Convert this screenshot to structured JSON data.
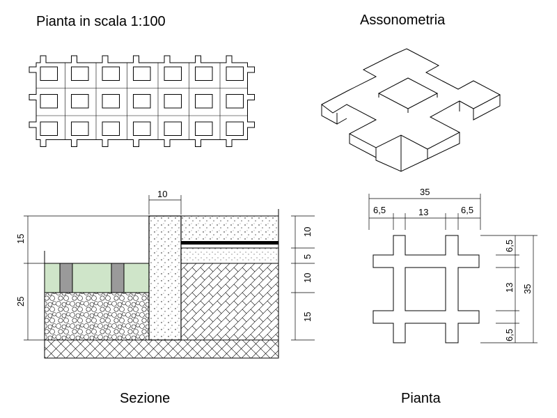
{
  "titles": {
    "plan_scale": "Pianta in scala 1:100",
    "axonometry": "Assonometria",
    "section": "Sezione",
    "detail_plan": "Pianta"
  },
  "section_dims": {
    "top_width": "10",
    "left_upper": "15",
    "left_lower": "25",
    "right_1": "10",
    "right_2": "5",
    "right_3": "10",
    "right_4": "15"
  },
  "detail_dims": {
    "overall_width": "35",
    "left_arm": "6,5",
    "center": "13",
    "right_arm": "6,5",
    "right_top": "6,5",
    "right_center": "13",
    "right_bottom": "6,5",
    "overall_height": "35"
  },
  "colors": {
    "line": "#000000",
    "grass": "#cfe5c9",
    "paver": "#9a9a9a",
    "concrete": "#f2f2f2"
  }
}
